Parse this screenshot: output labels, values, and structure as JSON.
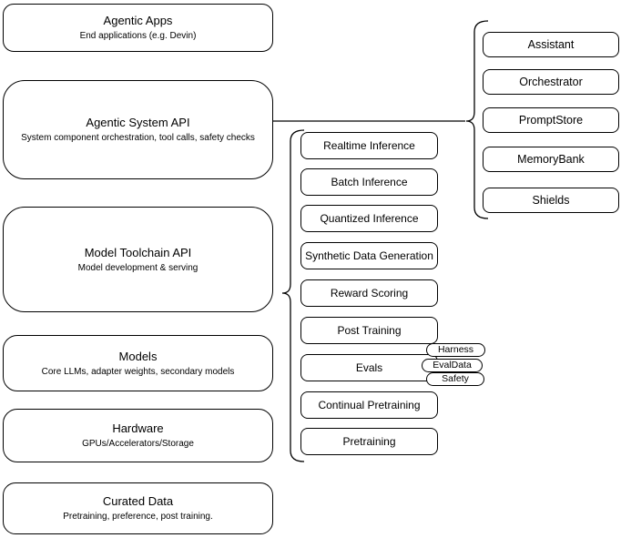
{
  "diagram": {
    "stack_layers": [
      {
        "title": "Agentic Apps",
        "subtitle": "End applications (e.g. Devin)"
      },
      {
        "title": "Agentic System API",
        "subtitle": "System component orchestration, tool calls, safety checks"
      },
      {
        "title": "Model Toolchain API",
        "subtitle": "Model development & serving"
      },
      {
        "title": "Models",
        "subtitle": "Core LLMs, adapter weights, secondary models"
      },
      {
        "title": "Hardware",
        "subtitle": "GPUs/Accelerators/Storage"
      },
      {
        "title": "Curated Data",
        "subtitle": "Pretraining, preference, post training."
      }
    ],
    "toolchain_items": [
      "Realtime Inference",
      "Batch Inference",
      "Quantized Inference",
      "Synthetic Data Generation",
      "Reward Scoring",
      "Post Training",
      "Evals",
      "Continual Pretraining",
      "Pretraining"
    ],
    "evals_tags": [
      "Harness",
      "EvalData",
      "Safety"
    ],
    "system_components": [
      "Assistant",
      "Orchestrator",
      "PromptStore",
      "MemoryBank",
      "Shields"
    ],
    "colors": {
      "stroke": "#000000",
      "fill": "#ffffff",
      "text": "#000000"
    }
  }
}
